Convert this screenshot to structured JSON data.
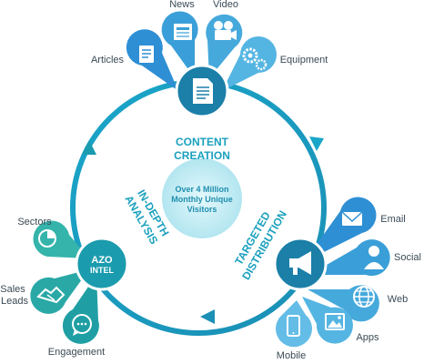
{
  "hubs": {
    "top": {
      "title_line1": "CONTENT",
      "title_line2": "CREATION",
      "icon": "document-icon"
    },
    "left": {
      "logo_line1": "AZO",
      "logo_line2": "INTEL",
      "title_line1": "IN-DEPTH",
      "title_line2": "ANALYSIS",
      "icon": "azo-intel-logo"
    },
    "right": {
      "title_line1": "TARGETED",
      "title_line2": "DISTRIBUTION",
      "icon": "megaphone-icon"
    }
  },
  "center": {
    "line1": "Over 4 Million",
    "line2": "Monthly Unique",
    "line3": "Visitors"
  },
  "petals": {
    "articles": "Articles",
    "news": "News",
    "video": "Video",
    "equipment": "Equipment",
    "email": "Email",
    "social": "Social",
    "web": "Web",
    "apps": "Apps",
    "mobile": "Mobile",
    "sectors": "Sectors",
    "sales_leads_line1": "Sales",
    "sales_leads_line2": "Leads",
    "engagement": "Engagement"
  },
  "icons": {
    "articles": "article-icon",
    "news": "newspaper-icon",
    "video": "video-camera-icon",
    "equipment": "gears-icon",
    "email": "envelope-icon",
    "social": "person-icon",
    "web": "globe-icon",
    "apps": "image-icon",
    "mobile": "smartphone-icon",
    "sectors": "pie-chart-icon",
    "sales_leads": "handshake-icon",
    "engagement": "speech-bubble-icon"
  },
  "colors": {
    "teal_dark": "#1b9bae",
    "teal_light": "#46c0d6",
    "blue": "#2e8fd4",
    "center_fill": "#c9eef5",
    "label": "#3a4a55"
  }
}
